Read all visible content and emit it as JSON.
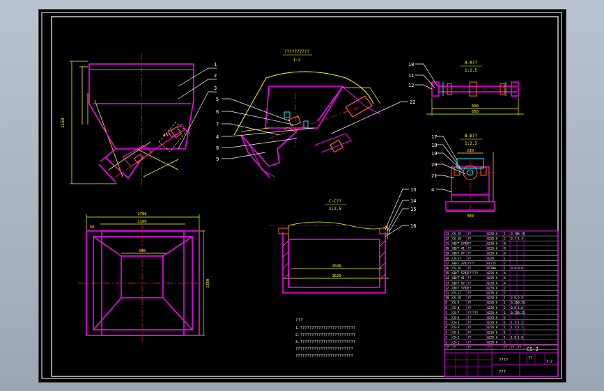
{
  "colors": {
    "background": "#000000",
    "frame": "#ffffff",
    "outline": "#ff00ff",
    "dimension": "#ffff00",
    "centerline": "#ff2020",
    "hidden": "#00ffff",
    "hatch": "#ff8080",
    "detail": "#ff6a2a"
  },
  "views": {
    "main_title": "??????????",
    "main_scale": "1:2",
    "section_a_title": "A-A??",
    "section_a_scale": "1:2.5",
    "section_b_title": "B-B??",
    "section_b_scale": "1:2.5",
    "section_c_title": "C-C??",
    "section_c_scale": "1:2.5"
  },
  "part_labels": [
    "1",
    "2",
    "3",
    "5",
    "6",
    "7",
    "4",
    "8",
    "9",
    "22",
    "10",
    "11",
    "12",
    "17",
    "18",
    "19",
    "20",
    "21",
    "4",
    "13",
    "14",
    "15",
    "16"
  ],
  "dimensions": {
    "plan_width": "1700",
    "plan_inner": "1100",
    "plan_center": "500",
    "plan_side": "50",
    "plan_height": "1250",
    "section_c_span": "1500",
    "section_c_total": "1620",
    "section_a_width": "600",
    "section_a_total": "650",
    "section_b_inner": "230",
    "section_b_width": "400",
    "side_height": "1150",
    "side_angle": "45°"
  },
  "notes": {
    "heading": "???",
    "lines": [
      "1.????????????????????????",
      "2.????????????????????????",
      "3.????????????????????????",
      "?????????????????????????",
      "?????????????????????????"
    ]
  },
  "bom": {
    "rows": [
      [
        "23",
        "CS-19",
        "??",
        "Q235-A",
        "1",
        "0.19",
        "0.19"
      ],
      [
        "22",
        "CS-18",
        "??",
        "Q235-A",
        "2",
        "0.7",
        "1.4"
      ],
      [
        "21",
        "GB/T 5783",
        "??",
        "Q235-A",
        "8",
        "",
        ""
      ],
      [
        "20",
        "GB/T 41",
        "??",
        "Q235-A",
        "8",
        "",
        ""
      ],
      [
        "19",
        "GB/T 97",
        "??",
        "Q235-A",
        "8",
        "",
        ""
      ],
      [
        "18",
        "CS-17",
        "??",
        "Q235",
        "1",
        "",
        ""
      ],
      [
        "17",
        "GB/T 276",
        "????",
        "GCr15",
        "2",
        "",
        ""
      ],
      [
        "16",
        "CS-16",
        "??",
        "HT200",
        "1",
        "0.8",
        "0.8"
      ],
      [
        "15",
        "GB/T 5783",
        "??????",
        "Q235-A",
        "4",
        "",
        ""
      ],
      [
        "14",
        "GB/T 41",
        "??",
        "Q235-A",
        "4",
        "",
        ""
      ],
      [
        "13",
        "GB/T 97",
        "??",
        "Q235-A",
        "4",
        "",
        ""
      ],
      [
        "12",
        "GB/T 5783",
        "??",
        "Q235-A",
        "2",
        "",
        ""
      ],
      [
        "11",
        "CS-11",
        "??",
        "Q235-A",
        "2",
        "",
        ""
      ],
      [
        "10",
        "CS-10",
        "??",
        "Q235-A",
        "1",
        "2.5",
        "2.5"
      ],
      [
        "9",
        "CS-9",
        "??",
        "Q235-A",
        "1",
        "0.25",
        "0.25"
      ],
      [
        "8",
        "CS-8",
        "??",
        "Q235-A",
        "2",
        "0.8",
        "1.6"
      ],
      [
        "7",
        "CS-7",
        "??????",
        "Q235-A",
        "1",
        "0.25",
        "0.25"
      ],
      [
        "6",
        "CS-6",
        "??",
        "Q235-A",
        "4",
        "",
        ""
      ],
      [
        "5",
        "CS-5",
        "??",
        "Q235-A",
        "1",
        "1.5",
        "1.5"
      ],
      [
        "4",
        "CS-4",
        "??",
        "Q235-A",
        "1",
        "1.1",
        "1.1"
      ],
      [
        "3",
        "CS-3",
        "??",
        "Q235-A",
        "1",
        "",
        ""
      ],
      [
        "2",
        "CS-2",
        "??",
        "Q235-A",
        "1",
        "1.8",
        "1.8"
      ],
      [
        "1",
        "CS-1",
        "??",
        "Q235-A",
        "1",
        "",
        ""
      ]
    ],
    "header": [
      "??",
      "??",
      "??",
      "??",
      "??",
      "??",
      "??"
    ]
  },
  "title_block": {
    "drawing_number": "CS-2",
    "drawing_name": "????",
    "company": "???",
    "scale_label": "??",
    "scale_value": "1:2"
  }
}
